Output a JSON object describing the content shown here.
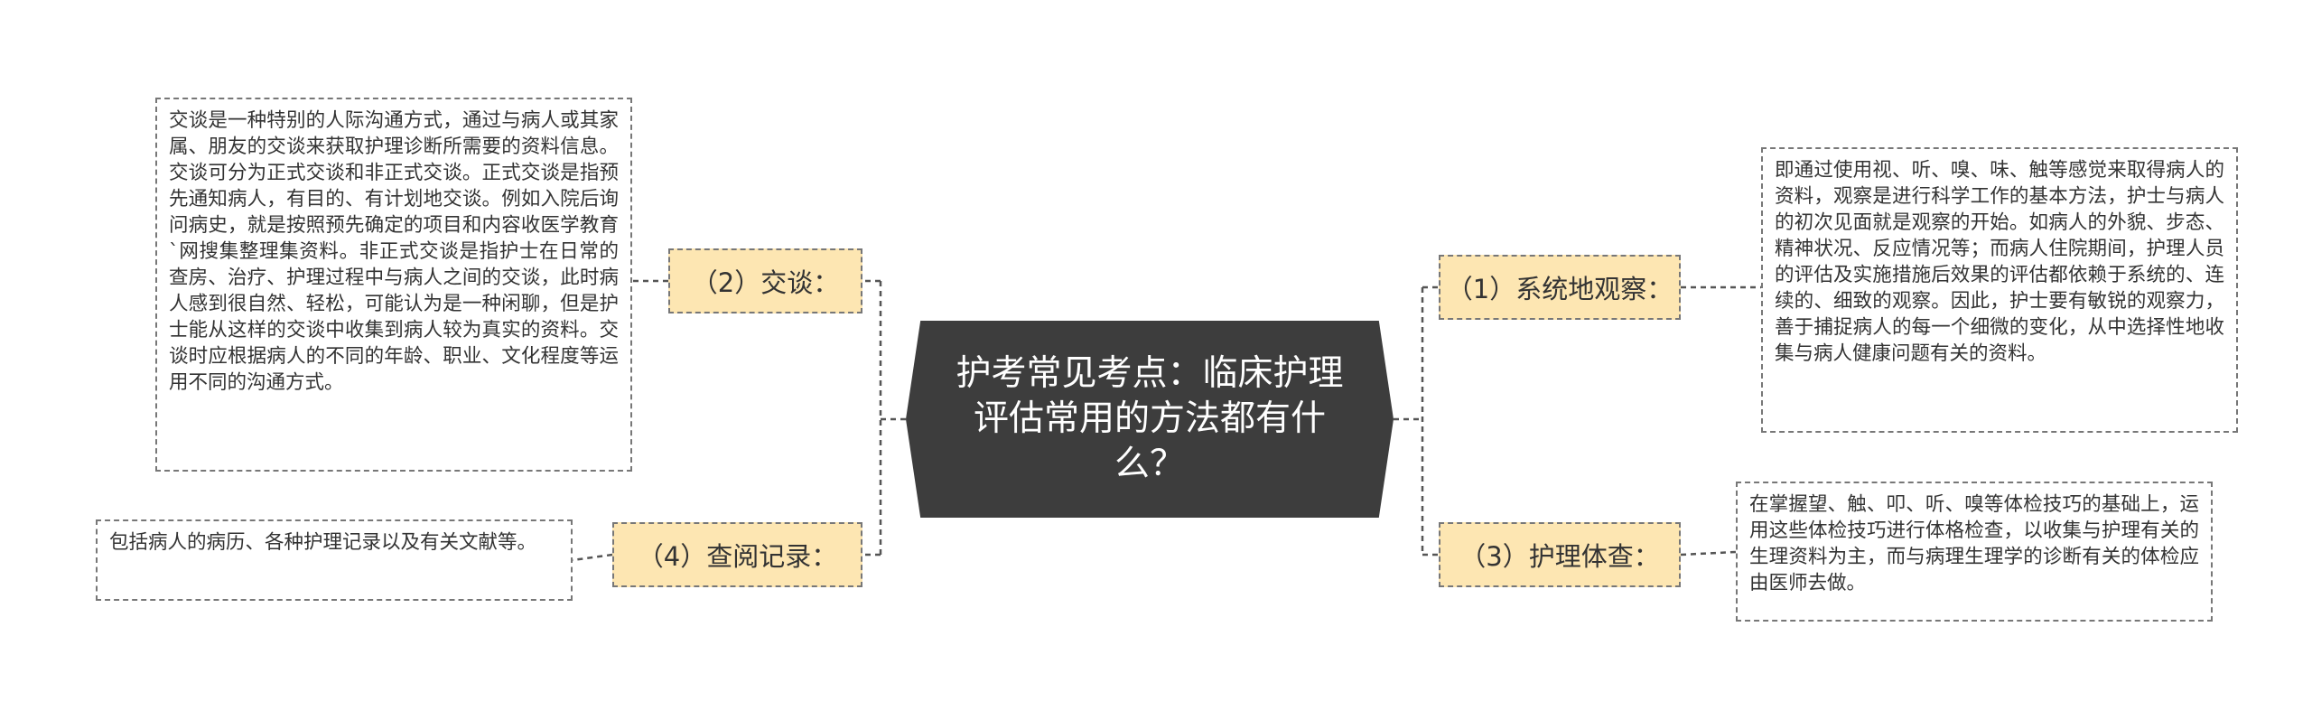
{
  "central_topic": "护考常见考点：临床护理评估常用的方法都有什么？",
  "branches": [
    {
      "label": "（1）系统地观察：",
      "detail": "即通过使用视、听、嗅、味、触等感觉来取得病人的资料，观察是进行科学工作的基本方法，护士与病人的初次见面就是观察的开始。如病人的外貌、步态、精神状况、反应情况等；而病人住院期间，护理人员的评估及实施措施后效果的评估都依赖于系统的、连续的、细致的观察。因此，护士要有敏锐的观察力，善于捕捉病人的每一个细微的变化，从中选择性地收集与病人健康问题有关的资料。"
    },
    {
      "label": "（2）交谈：",
      "detail": "交谈是一种特别的人际沟通方式，通过与病人或其家属、朋友的交谈来获取护理诊断所需要的资料信息。交谈可分为正式交谈和非正式交谈。正式交谈是指预先通知病人，有目的、有计划地交谈。例如入院后询问病史，就是按照预先确定的项目和内容收医学教育`网搜集整理集资料。非正式交谈是指护士在日常的查房、治疗、护理过程中与病人之间的交谈，此时病人感到很自然、轻松，可能认为是一种闲聊，但是护士能从这样的交谈中收集到病人较为真实的资料。交谈时应根据病人的不同的年龄、职业、文化程度等运用不同的沟通方式。"
    },
    {
      "label": "（3）护理体查：",
      "detail": "在掌握望、触、叩、听、嗅等体检技巧的基础上，运用这些体检技巧进行体格检查，以收集与护理有关的生理资料为主，而与病理生理学的诊断有关的体检应由医师去做。"
    },
    {
      "label": "（4）查阅记录：",
      "detail": "包括病人的病历、各种护理记录以及有关文献等。"
    }
  ]
}
